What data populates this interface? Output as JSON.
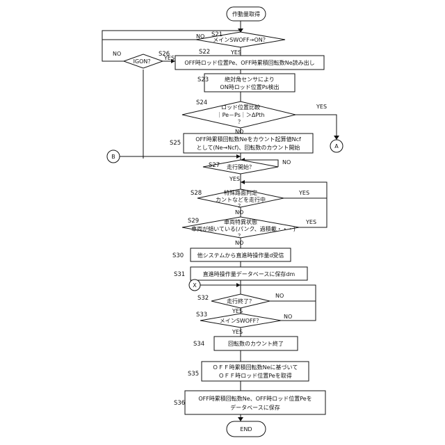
{
  "terminals": {
    "start": "作動量取得",
    "end": "END"
  },
  "steps": {
    "s21": {
      "id": "S21",
      "text": "メインSWOFF→ON？"
    },
    "s22": {
      "id": "S22",
      "text": "OFF時ロッド位置Pe、OFF時累積回転数Ne読み出し"
    },
    "s23": {
      "id": "S23",
      "line1": "絶対角センサにより",
      "line2": "ON時ロッド位置Ps検出"
    },
    "s24": {
      "id": "S24",
      "line1": "ロッド位置比較",
      "line2": "｜Pe－Ps｜＞ΔPth",
      "line3": "？"
    },
    "s25": {
      "id": "S25",
      "line1": "OFF時累積回転数Neをカウント起算値Ncf",
      "line2": "として(Ne→Ncf)、回転数のカウント開始"
    },
    "s26": {
      "id": "S26",
      "text": "IGON？"
    },
    "s27": {
      "id": "S27",
      "text": "走行開始？"
    },
    "s28": {
      "id": "S28",
      "line1": "特殊路面判定",
      "line2": "カントなどを走行中",
      "line3": "？"
    },
    "s29": {
      "id": "S29",
      "line1": "車両特異状態",
      "line2": "車両が傾いている(パンク、過積載・・・)",
      "line3": "？"
    },
    "s30": {
      "id": "S30",
      "text": "他システムから直進時操作量d受信"
    },
    "s31": {
      "id": "S31",
      "text": "直進時操作量データベースに保存dm"
    },
    "s32": {
      "id": "S32",
      "text": "走行終了？"
    },
    "s33": {
      "id": "S33",
      "text": "メインSWOFF？"
    },
    "s34": {
      "id": "S34",
      "text": "回転数のカウント終了"
    },
    "s35": {
      "id": "S35",
      "line1": "ＯＦＦ時累積回転数Neに基づいて",
      "line2": "ＯＦＦ時ロッド位置Peを取得"
    },
    "s36": {
      "id": "S36",
      "line1": "OFF時累積回転数Ne、OFF時ロッド位置Peを",
      "line2": "データベースに保存"
    }
  },
  "labels": {
    "yes": "YES",
    "no": "NO"
  },
  "connectors": {
    "a": "A",
    "b": "B",
    "x": "X"
  }
}
